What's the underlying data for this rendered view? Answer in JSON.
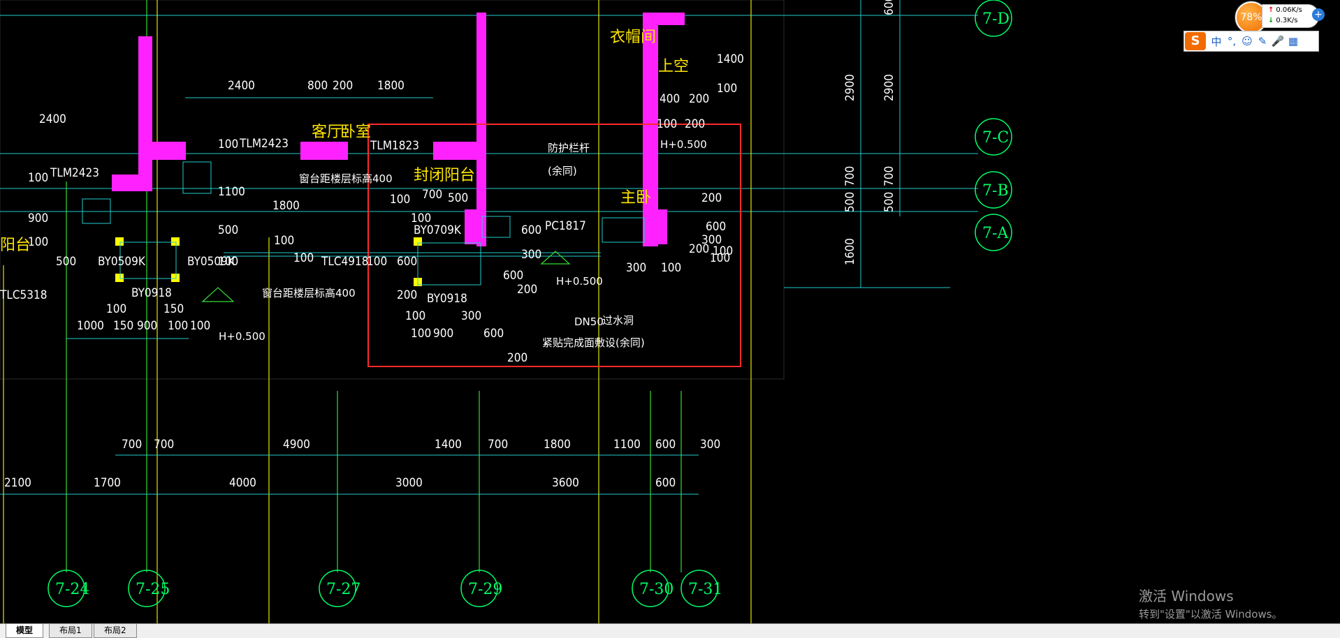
{
  "tabs": [
    {
      "label": "模型",
      "active": true
    },
    {
      "label": "布局1",
      "active": false
    },
    {
      "label": "布局2",
      "active": false
    }
  ],
  "net_widget": {
    "percent": "78%",
    "up": "0.06K/s",
    "down": "0.3K/s"
  },
  "ime": {
    "logo": "S",
    "items": [
      "中",
      "°,",
      "☺",
      "✎",
      "🎤",
      "▦"
    ]
  },
  "watermark": {
    "line1": "激活 Windows",
    "line2": "转到\"设置\"以激活 Windows。"
  },
  "drawing": {
    "row_labels": [
      "7-D",
      "7-C",
      "7-B",
      "7-A"
    ],
    "col_labels": [
      "7-24",
      "7-25",
      "7-27",
      "7-29",
      "7-30",
      "7-31"
    ],
    "rooms": [
      "衣帽间",
      "上空",
      "客厅",
      "卧室",
      "封闭阳台",
      "主卧",
      "阳台"
    ],
    "tags": [
      "TLM2423",
      "TLM2423",
      "TLM1823",
      "BY0709K",
      "BY0509K",
      "BY0509K",
      "BY0918",
      "BY0918",
      "TLC4918",
      "TLC5318",
      "PC1817"
    ],
    "notes": [
      "防护栏杆",
      "(余同)",
      "窗台距楼层标高400",
      "窗台距楼层标高400",
      "H+0.500",
      "H+0.500",
      "H+0.500",
      "DN50",
      "过水洞",
      "紧贴完成面敷设(余同)"
    ],
    "dims_top": [
      "2400",
      "800",
      "200",
      "1800",
      "2400",
      "100",
      "100",
      "900",
      "100",
      "500",
      "1100",
      "1800",
      "500",
      "100",
      "100",
      "100",
      "100",
      "100",
      "700",
      "500",
      "100",
      "600",
      "200",
      "300",
      "600",
      "600",
      "200",
      "300",
      "100",
      "400",
      "200",
      "100",
      "200",
      "1400",
      "100",
      "600",
      "200",
      "100"
    ],
    "dims_lower": [
      "100",
      "150",
      "1000",
      "150",
      "900",
      "100",
      "100",
      "100",
      "300",
      "100",
      "900",
      "600",
      "200",
      "200",
      "300",
      "100"
    ],
    "dims_col_row1": [
      "700",
      "700",
      "4900",
      "1400",
      "700",
      "1800",
      "1100",
      "600",
      "300"
    ],
    "dims_col_row2": [
      "2100",
      "1700",
      "4000",
      "3000",
      "3600",
      "600"
    ],
    "dims_right": [
      "600",
      "2900",
      "2900",
      "700",
      "700",
      "500",
      "500",
      "1600"
    ]
  }
}
